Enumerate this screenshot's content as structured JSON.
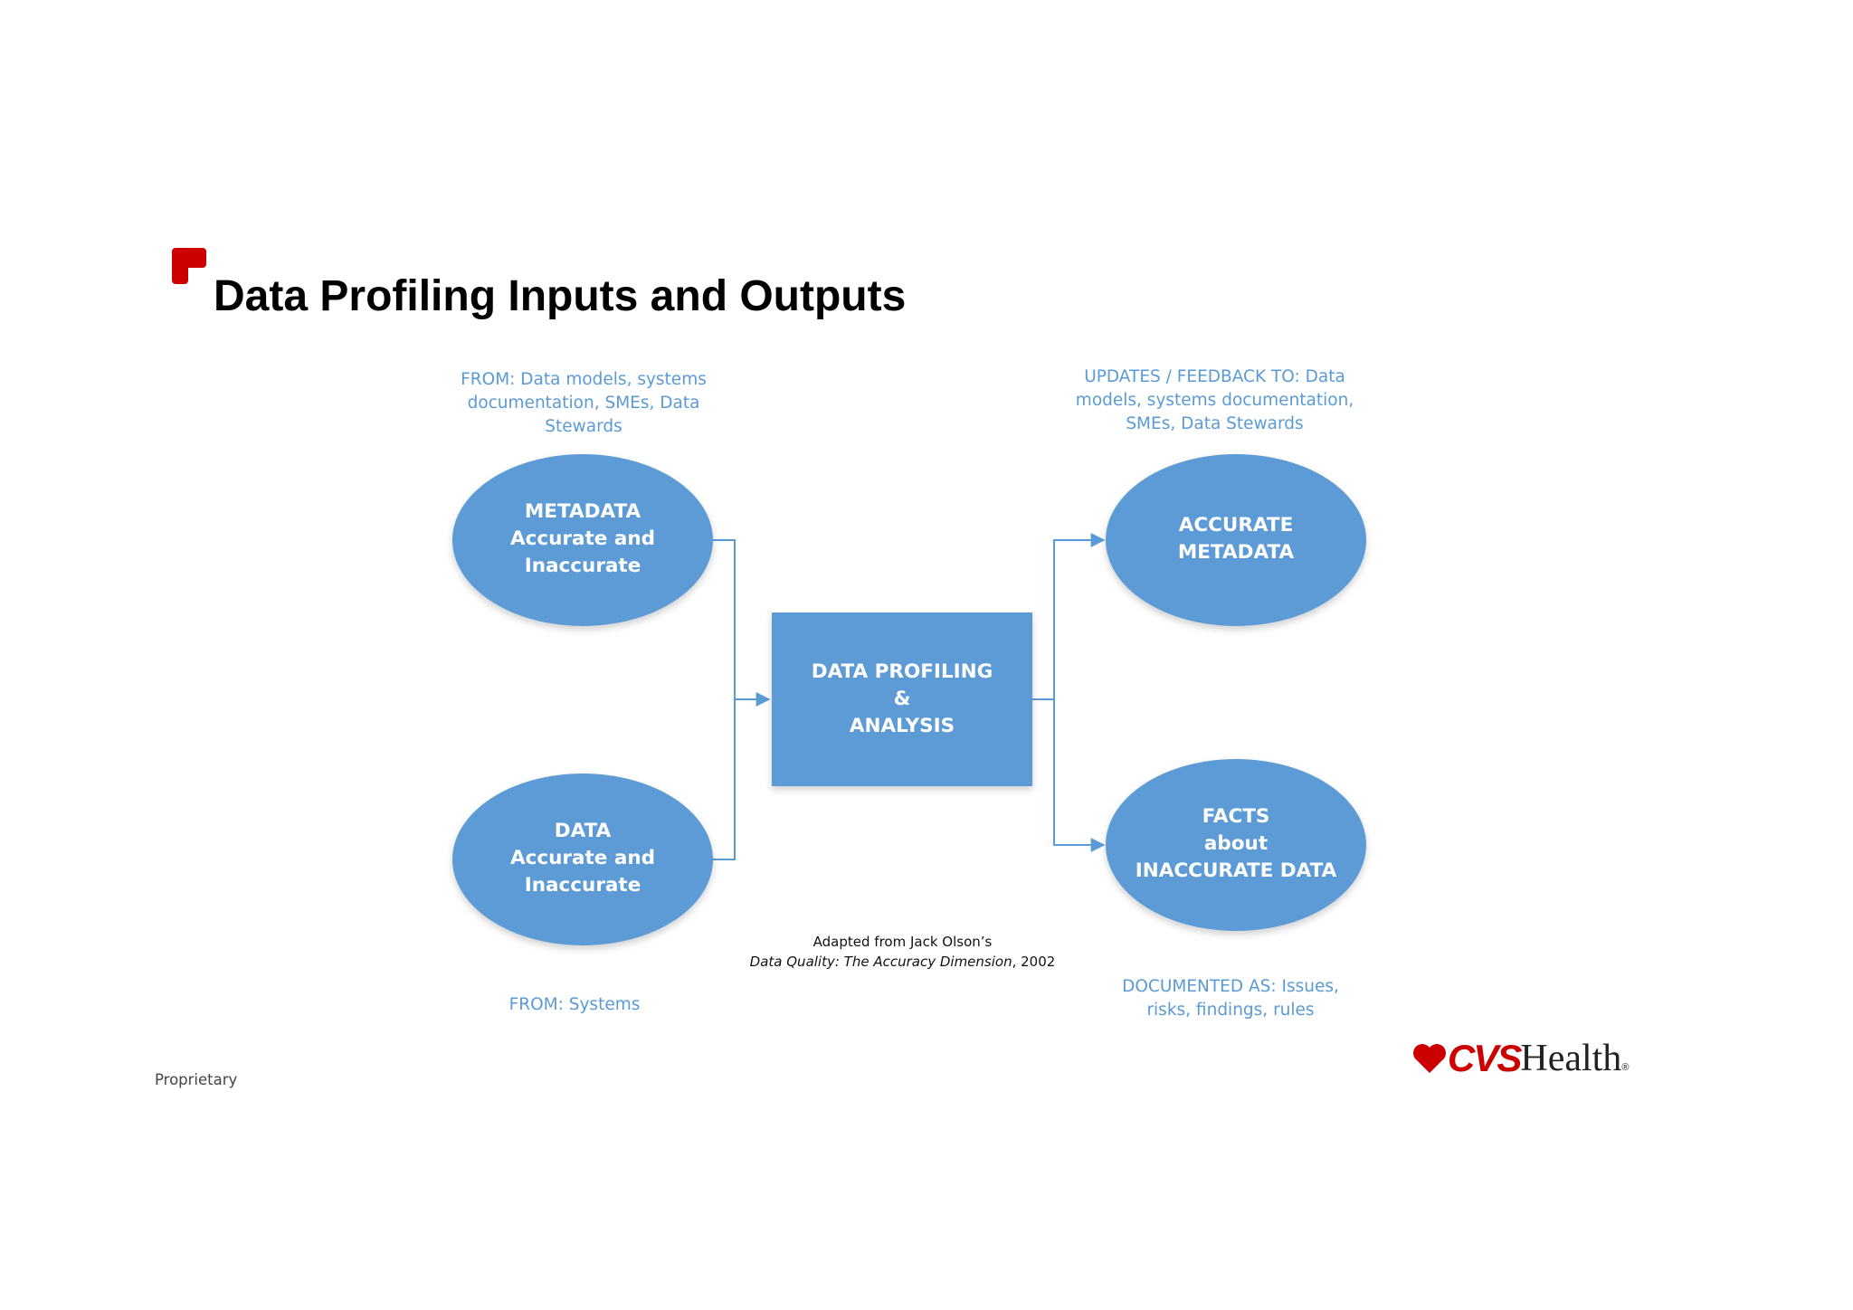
{
  "title": "Data Profiling Inputs and Outputs",
  "colors": {
    "shape_fill": "#5b9bd5",
    "connector": "#5b9bd5",
    "note_text": "#5b9bd5",
    "brand_red": "#cc0000"
  },
  "diagram": {
    "nodes": {
      "metadata_input": "METADATA\nAccurate and\nInaccurate",
      "data_input": "DATA\nAccurate and\nInaccurate",
      "process": "DATA PROFILING\n&\nANALYSIS",
      "accurate_metadata": "ACCURATE\nMETADATA",
      "facts_output": "FACTS\nabout\nINACCURATE DATA"
    },
    "notes": {
      "metadata_source": "FROM: Data models, systems\ndocumentation, SMEs, Data\nStewards",
      "data_source": "FROM: Systems",
      "metadata_feedback": "UPDATES / FEEDBACK TO: Data\nmodels, systems documentation,\nSMEs, Data Stewards",
      "facts_documented": "DOCUMENTED AS: Issues,\nrisks, findings, rules"
    },
    "edges": [
      {
        "from": "metadata_input",
        "to": "process"
      },
      {
        "from": "data_input",
        "to": "process"
      },
      {
        "from": "process",
        "to": "accurate_metadata"
      },
      {
        "from": "process",
        "to": "facts_output"
      }
    ]
  },
  "credit": {
    "line1": "Adapted from Jack Olson’s",
    "book_title": "Data Quality: The Accuracy Dimension",
    "year_suffix": ", 2002"
  },
  "footer": {
    "label": "Proprietary"
  },
  "logo": {
    "icon": "heart-icon",
    "brand_cvs": "CVS",
    "brand_health": "Health",
    "registered": "®"
  }
}
